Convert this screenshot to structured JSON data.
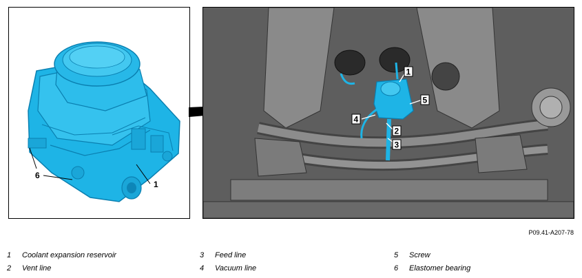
{
  "callouts": {
    "detail": [
      "1",
      "6"
    ],
    "engine": [
      "1",
      "5",
      "4",
      "2",
      "3"
    ]
  },
  "figure_id": "P09.41-A207-78",
  "legend": [
    {
      "num": "1",
      "label": "Coolant expansion reservoir"
    },
    {
      "num": "2",
      "label": "Vent line"
    },
    {
      "num": "3",
      "label": "Feed line"
    },
    {
      "num": "4",
      "label": "Vacuum line"
    },
    {
      "num": "5",
      "label": "Screw"
    },
    {
      "num": "6",
      "label": "Elastomer bearing"
    }
  ],
  "colors": {
    "highlight": "#1eb4e6",
    "highlight_dark": "#0a7fb0",
    "engine_grey": "#6f6f6f",
    "engine_dark": "#3c3c3c"
  }
}
